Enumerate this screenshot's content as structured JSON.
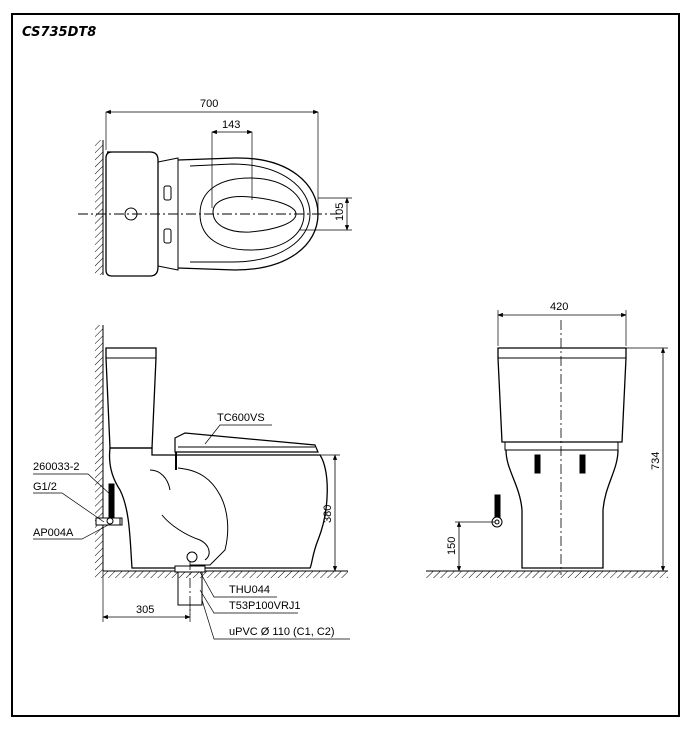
{
  "model_title": "CS735DT8",
  "dimensions": {
    "overall_length": "700",
    "seat_offset": "143",
    "outlet_offset": "105",
    "overall_width": "420",
    "overall_height": "734",
    "bowl_height": "380",
    "rough_in": "305",
    "supply_height": "150"
  },
  "part_labels": {
    "seat": "TC600VS",
    "angle_valve": "260033-2",
    "thread": "G1/2",
    "supply_hose": "AP004A",
    "flange": "THU044",
    "pipe": "T53P100VRJ1",
    "drain_pipe": "uPVC Ø 110 (C1, C2)"
  }
}
